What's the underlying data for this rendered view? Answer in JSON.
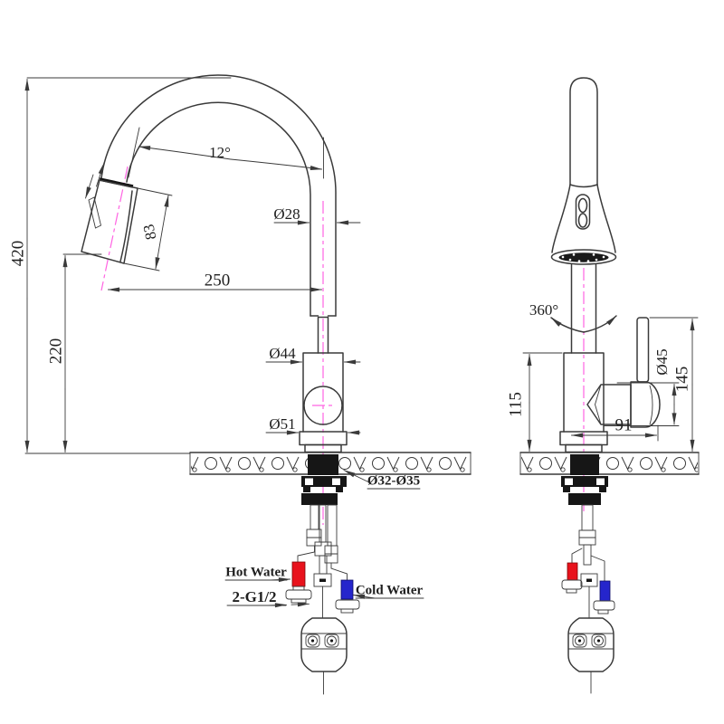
{
  "colors": {
    "line": "#3a3a3a",
    "centerline": "#ff63e2",
    "hot": "#e8121c",
    "cold": "#2525cc"
  },
  "side_view": {
    "dims": {
      "total_height": "420",
      "outlet_height": "220",
      "spout_reach": "250",
      "tilt_angle": "12°",
      "spout_dia": "Ø28",
      "body_dia": "Ø44",
      "base_dia": "Ø51",
      "spray_len": "83",
      "hole_range": "Ø32-Ø35"
    },
    "labels": {
      "hot": "Hot Water",
      "cold": "Cold Water",
      "thread": "2-G1/2"
    }
  },
  "front_view": {
    "dims": {
      "rotation": "360°",
      "body_height": "115",
      "handle_reach": "91",
      "handle_dia": "Ø45",
      "handle_height": "145"
    }
  }
}
